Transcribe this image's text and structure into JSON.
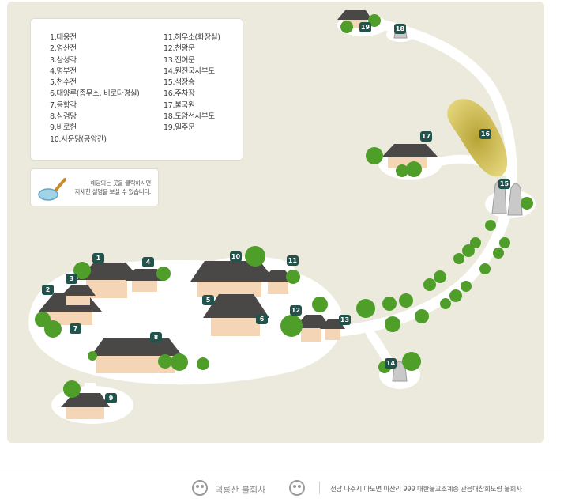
{
  "legend": {
    "left": [
      "1.대웅전",
      "2.영산전",
      "3.삼성각",
      "4.명부전",
      "5.천수전",
      "6.대양루(종무소, 비로다경실)",
      "7.응향각",
      "8.심검당",
      "9.비로헌",
      "10.사운당(공양간)"
    ],
    "right": [
      "11.해우소(화장실)",
      "12.천왕문",
      "13.진여문",
      "14.원진국사부도",
      "15.석장승",
      "16.주차장",
      "17.불국원",
      "18.도암선사부도",
      "19.일주문"
    ]
  },
  "hint": {
    "line1": "해당되는 곳을 클릭하시면",
    "line2": "자세한 설명을 보실 수 있습니다."
  },
  "markers": [
    {
      "label": "1"
    },
    {
      "label": "2"
    },
    {
      "label": "3"
    },
    {
      "label": "4"
    },
    {
      "label": "5"
    },
    {
      "label": "6"
    },
    {
      "label": "7"
    },
    {
      "label": "8"
    },
    {
      "label": "9"
    },
    {
      "label": "10"
    },
    {
      "label": "11"
    },
    {
      "label": "12"
    },
    {
      "label": "13"
    },
    {
      "label": "14"
    },
    {
      "label": "15"
    },
    {
      "label": "16"
    },
    {
      "label": "17"
    },
    {
      "label": "18"
    },
    {
      "label": "19"
    }
  ],
  "footer": {
    "logo_text": "덕룡산 불회사",
    "address": "전남 나주시 다도면 마산리 999 대한불교조계종 관음대참회도량 불회사"
  },
  "colors": {
    "map_background": "#ebeadc",
    "path": "#ffffff",
    "marker": "#22524c",
    "tree": "#4f9e2a",
    "roof": "#4a4846",
    "wall": "#f4d6b6",
    "parking": "#d4c260"
  }
}
